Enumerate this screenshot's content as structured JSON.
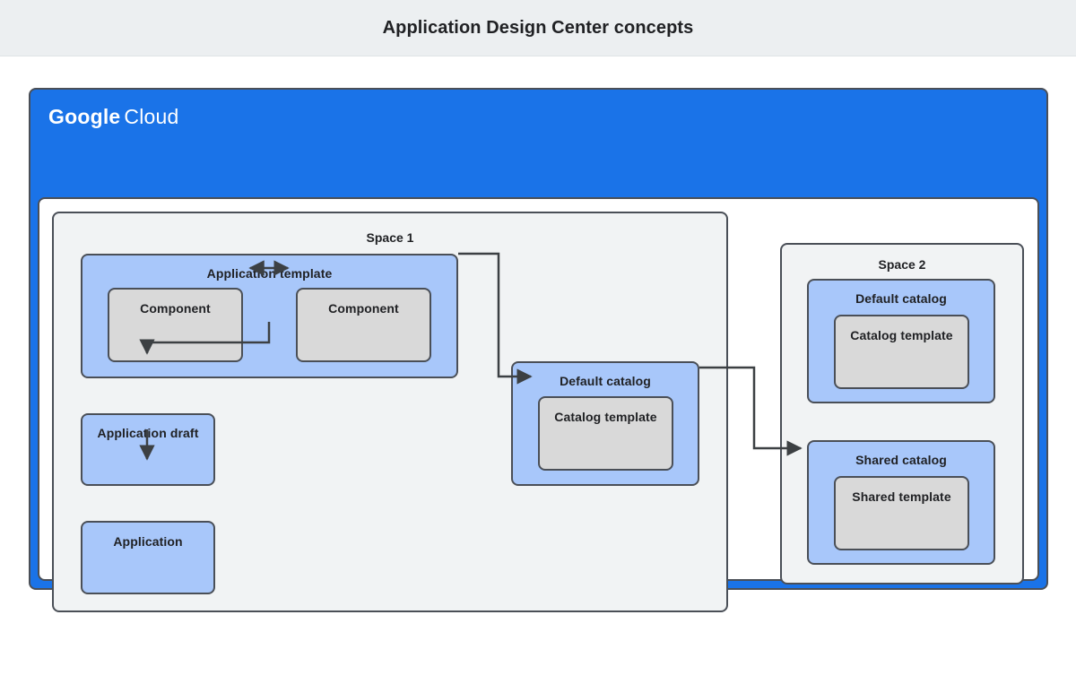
{
  "header": {
    "title": "Application Design Center concepts",
    "background": "#eceff1"
  },
  "colors": {
    "cloud_blue": "#1a73e8",
    "node_blue": "#a8c7fa",
    "node_gray": "#d9d9d9",
    "space_gray": "#f1f3f4",
    "stroke": "#4a4f57",
    "text": "#202124"
  },
  "cloud": {
    "logo_primary": "Google",
    "logo_secondary": "Cloud"
  },
  "spaces": [
    {
      "id": "space-1",
      "label": "Space 1"
    },
    {
      "id": "space-2",
      "label": "Space 2"
    }
  ],
  "nodes": {
    "application_template": "Application template",
    "component_left": "Component",
    "component_right": "Component",
    "application_draft": "Application draft",
    "application": "Application",
    "default_catalog_1": "Default catalog",
    "catalog_template_1": "Catalog template",
    "default_catalog_2": "Default catalog",
    "catalog_template_2": "Catalog template",
    "shared_catalog": "Shared catalog",
    "shared_template": "Shared template"
  },
  "connectors": [
    {
      "name": "component-to-component",
      "from": "component_left",
      "to": "component_right",
      "arrowheads": "both"
    },
    {
      "name": "application-template-to-application-draft",
      "from": "application_template",
      "to": "application_draft",
      "arrowheads": "end"
    },
    {
      "name": "application-draft-to-application",
      "from": "application_draft",
      "to": "application",
      "arrowheads": "end"
    },
    {
      "name": "application-template-to-catalog-template",
      "from": "application_template",
      "to": "catalog_template_1",
      "arrowheads": "end"
    },
    {
      "name": "default-catalog-to-shared-template",
      "from": "default_catalog_1",
      "to": "shared_template",
      "arrowheads": "end"
    }
  ]
}
